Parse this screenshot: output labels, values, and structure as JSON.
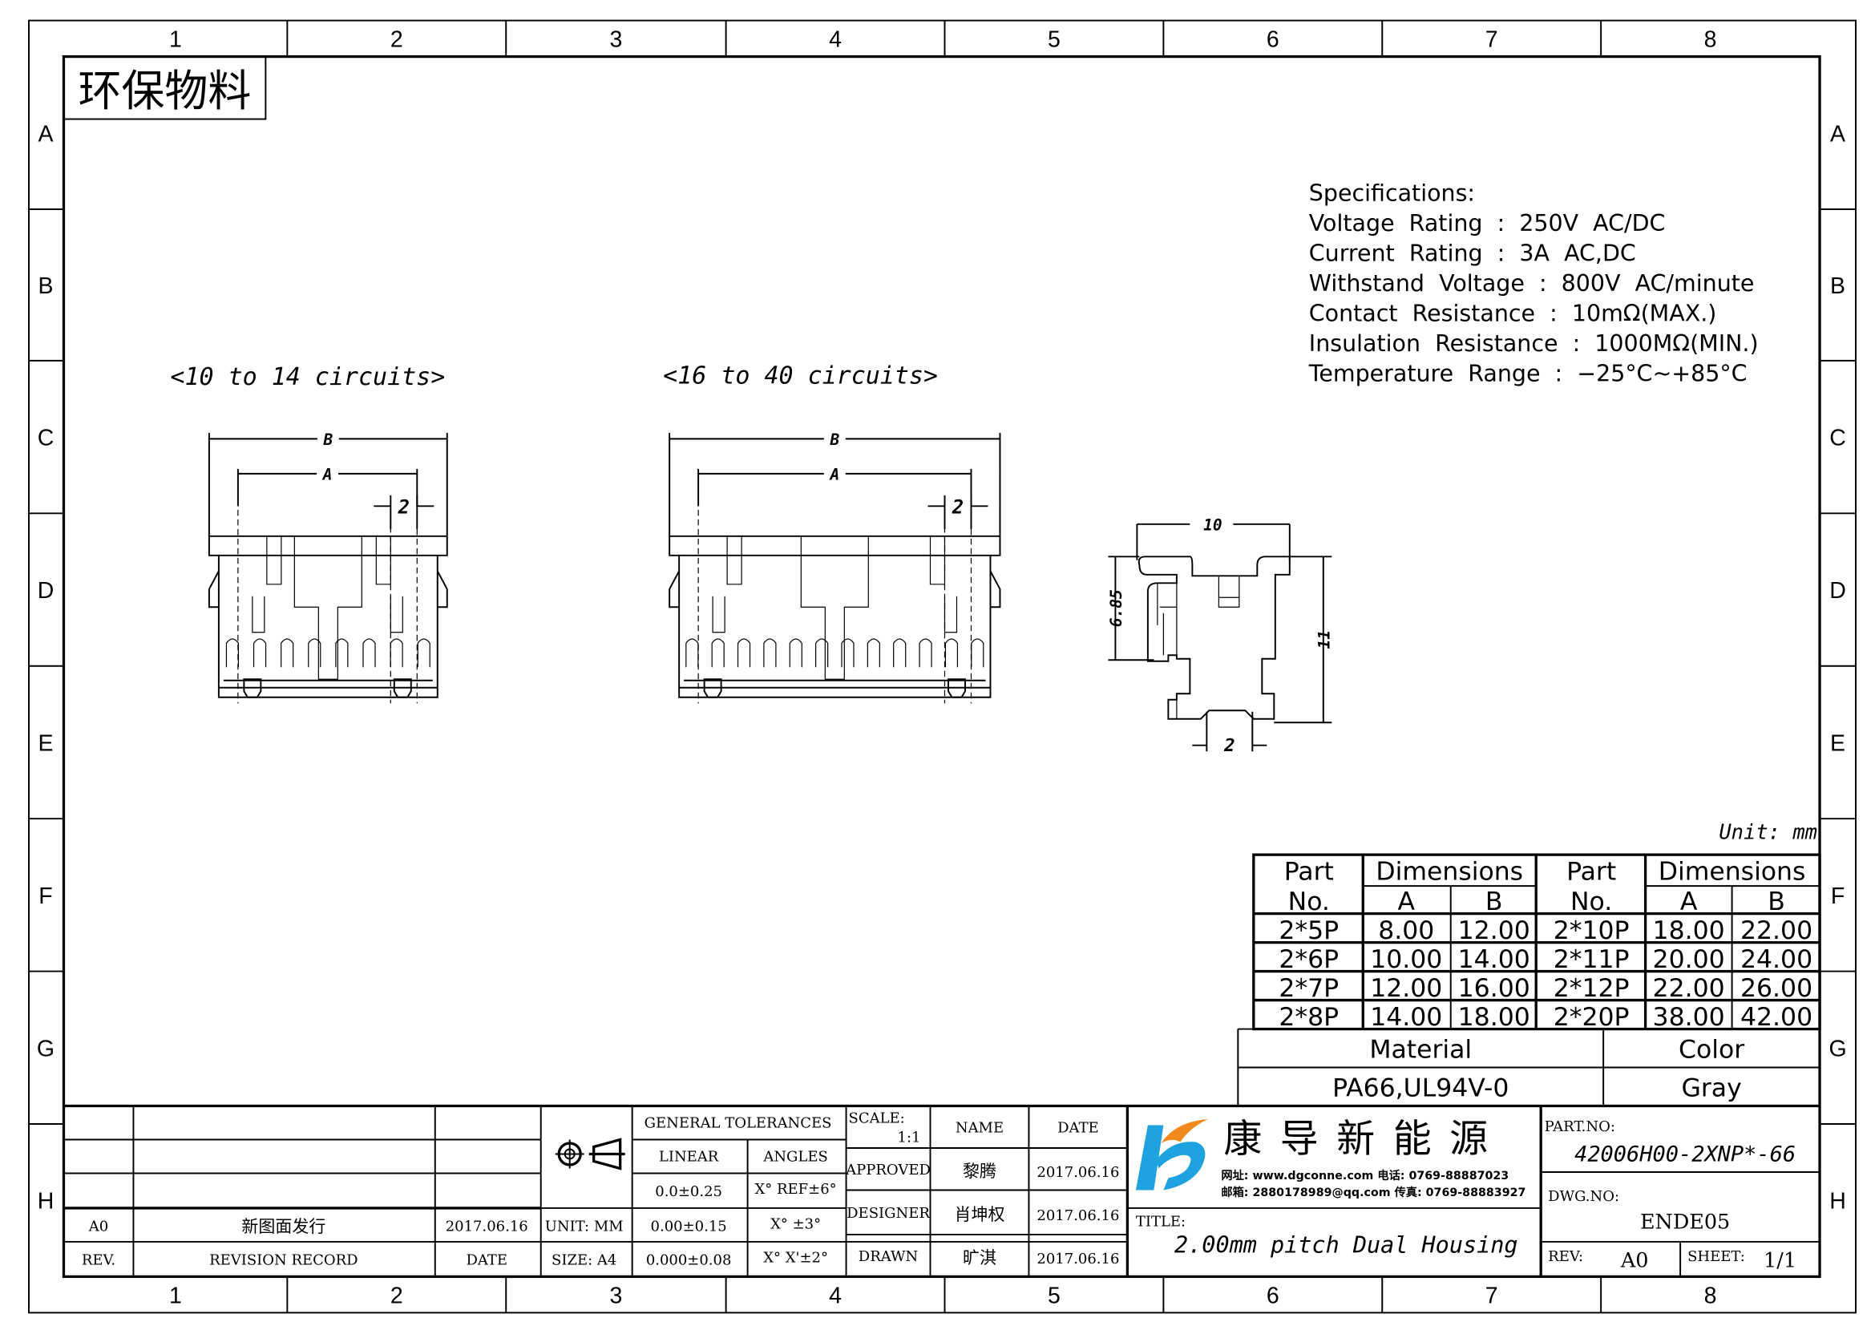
{
  "frame": {
    "columns": [
      "1",
      "2",
      "3",
      "4",
      "5",
      "6",
      "7",
      "8"
    ],
    "rows": [
      "A",
      "B",
      "C",
      "D",
      "E",
      "F",
      "G",
      "H"
    ]
  },
  "stamp": "环保物料",
  "views": {
    "left_heading": "<10 to 14 circuits>",
    "right_heading": "<16 to 40 circuits>",
    "dim_b": "B",
    "dim_a": "A",
    "dim_pitch": "2",
    "side_width": "10",
    "side_height": "11",
    "side_partial": "6.85",
    "side_pitch": "2"
  },
  "specifications": {
    "title": "Specifications:",
    "lines": [
      "Voltage  Rating  :  250V  AC/DC",
      "Current  Rating  :  3A  AC,DC",
      "Withstand  Voltage  :  800V  AC/minute",
      "Contact  Resistance  :  10mΩ(MAX.)",
      "Insulation  Resistance  :  1000MΩ(MIN.)",
      "Temperature  Range  :  −25°C~+85°C"
    ]
  },
  "dimensions_table": {
    "unit": "Unit: mm",
    "header_part": "Part",
    "header_no": "No.",
    "header_dimensions": "Dimensions",
    "header_a": "A",
    "header_b": "B",
    "rows": [
      [
        "2*5P",
        "8.00",
        "12.00",
        "2*10P",
        "18.00",
        "22.00"
      ],
      [
        "2*6P",
        "10.00",
        "14.00",
        "2*11P",
        "20.00",
        "24.00"
      ],
      [
        "2*7P",
        "12.00",
        "16.00",
        "2*12P",
        "22.00",
        "26.00"
      ],
      [
        "2*8P",
        "14.00",
        "18.00",
        "2*20P",
        "38.00",
        "42.00"
      ]
    ],
    "material_label": "Material",
    "material_value": "PA66,UL94V-0",
    "color_label": "Color",
    "color_value": "Gray"
  },
  "title_block": {
    "revision": {
      "rev_value": "A0",
      "record_value": "新图面发行",
      "date_value": "2017.06.16",
      "rev_label": "REV.",
      "record_label": "REVISION RECORD",
      "date_label": "DATE"
    },
    "unit": "UNIT: MM",
    "size": "SIZE: A4",
    "tolerances": {
      "title": "GENERAL TOLERANCES",
      "linear_label": "LINEAR",
      "angles_label": "ANGLES",
      "linear": [
        "0.0±0.25",
        "0.00±0.15",
        "0.000±0.08"
      ],
      "angles": [
        "X° REF±6°",
        "X° ±3°",
        "X° X'±2°"
      ]
    },
    "scale_label": "SCALE:",
    "scale_value": "1:1",
    "name_label": "NAME",
    "date_label": "DATE",
    "approved_label": "APPROVED",
    "approved_name": "黎腾",
    "approved_date": "2017.06.16",
    "designer_label": "DESIGNER",
    "designer_name": "肖坤权",
    "designer_date": "2017.06.16",
    "drawn_label": "DRAWN",
    "drawn_name": "旷淇",
    "drawn_date": "2017.06.16",
    "company_name": "康导新能源",
    "contact_line1": "网址: www.dgconne.com   电话: 0769-88887023",
    "contact_line2": "邮箱: 2880178989@qq.com 传真: 0769-88883927",
    "title_label": "TITLE:",
    "title_value": "2.00mm pitch Dual Housing",
    "part_no_label": "PART.NO:",
    "part_no_value": "42006H00-2XNP*-66",
    "dwg_no_label": "DWG.NO:",
    "dwg_no_value": "ENDE05",
    "rev_label": "REV:",
    "rev_value": "A0",
    "sheet_label": "SHEET:",
    "sheet_value": "1/1",
    "logo_colors": {
      "blue": "#1fa3e0",
      "orange": "#f08a1c"
    }
  }
}
